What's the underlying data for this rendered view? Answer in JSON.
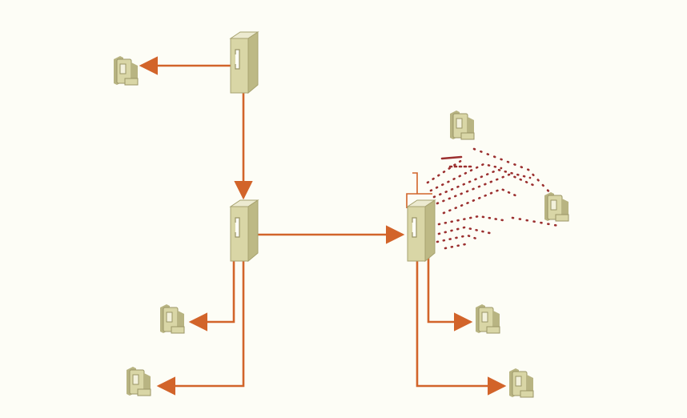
{
  "colors": {
    "background": "#fdfdf6",
    "link": "#d2642a",
    "wireless": "#9b2f2f",
    "device": "#d9d6a6"
  },
  "nodes": [
    {
      "id": "server-top",
      "icon": "server-icon"
    },
    {
      "id": "server-middle",
      "icon": "server-icon"
    },
    {
      "id": "server-access-point",
      "icon": "server-icon"
    },
    {
      "id": "phone-upper-left",
      "icon": "desk-phone-icon"
    },
    {
      "id": "phone-mid-left",
      "icon": "desk-phone-icon"
    },
    {
      "id": "phone-lower-left",
      "icon": "desk-phone-icon"
    },
    {
      "id": "phone-wireless-top",
      "icon": "desk-phone-icon"
    },
    {
      "id": "phone-wireless-right",
      "icon": "desk-phone-icon"
    },
    {
      "id": "phone-right-mid",
      "icon": "desk-phone-icon"
    },
    {
      "id": "phone-right-bottom",
      "icon": "desk-phone-icon"
    }
  ],
  "links": [
    {
      "from": "server-top",
      "to": "phone-upper-left",
      "style": "wired"
    },
    {
      "from": "server-top",
      "to": "server-middle",
      "style": "wired"
    },
    {
      "from": "server-middle",
      "to": "server-access-point",
      "style": "wired"
    },
    {
      "from": "server-middle",
      "to": "phone-mid-left",
      "style": "wired"
    },
    {
      "from": "server-middle",
      "to": "phone-lower-left",
      "style": "wired"
    },
    {
      "from": "server-access-point",
      "to": "phone-right-mid",
      "style": "wired"
    },
    {
      "from": "server-access-point",
      "to": "phone-right-bottom",
      "style": "wired"
    },
    {
      "from": "server-access-point",
      "to": "phone-wireless-top",
      "style": "wireless"
    },
    {
      "from": "server-access-point",
      "to": "phone-wireless-right",
      "style": "wireless"
    }
  ]
}
